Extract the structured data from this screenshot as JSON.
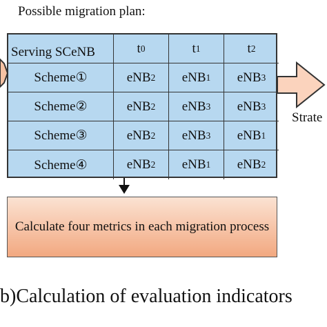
{
  "heading": "Possible migration plan:",
  "table": {
    "corner": "Serving  SCeNB",
    "times": [
      {
        "base": "t",
        "sub": "0"
      },
      {
        "base": "t",
        "sub": "1"
      },
      {
        "base": "t",
        "sub": "2"
      }
    ],
    "rows": [
      {
        "scheme": "Scheme①",
        "cells": [
          {
            "base": "eNB",
            "sub": "2"
          },
          {
            "base": "eNB",
            "sub": "1"
          },
          {
            "base": "eNB",
            "sub": "3"
          }
        ]
      },
      {
        "scheme": "Scheme②",
        "cells": [
          {
            "base": "eNB",
            "sub": "2"
          },
          {
            "base": "eNB",
            "sub": "3"
          },
          {
            "base": "eNB",
            "sub": "3"
          }
        ]
      },
      {
        "scheme": "Scheme③",
        "cells": [
          {
            "base": "eNB",
            "sub": "2"
          },
          {
            "base": "eNB",
            "sub": "3"
          },
          {
            "base": "eNB",
            "sub": "1"
          }
        ]
      },
      {
        "scheme": "Scheme④",
        "cells": [
          {
            "base": "eNB",
            "sub": "2"
          },
          {
            "base": "eNB",
            "sub": "1"
          },
          {
            "base": "eNB",
            "sub": "2"
          }
        ]
      }
    ]
  },
  "process_box": "Calculate four metrics in each migration process",
  "side_label": "Strate",
  "caption": "b)Calculation of evaluation indicators",
  "colors": {
    "table_fill": "#b7d8f0",
    "box_top": "#fbe2d2",
    "box_bottom": "#f2a880",
    "arrow_fill": "#fbd3bd"
  }
}
